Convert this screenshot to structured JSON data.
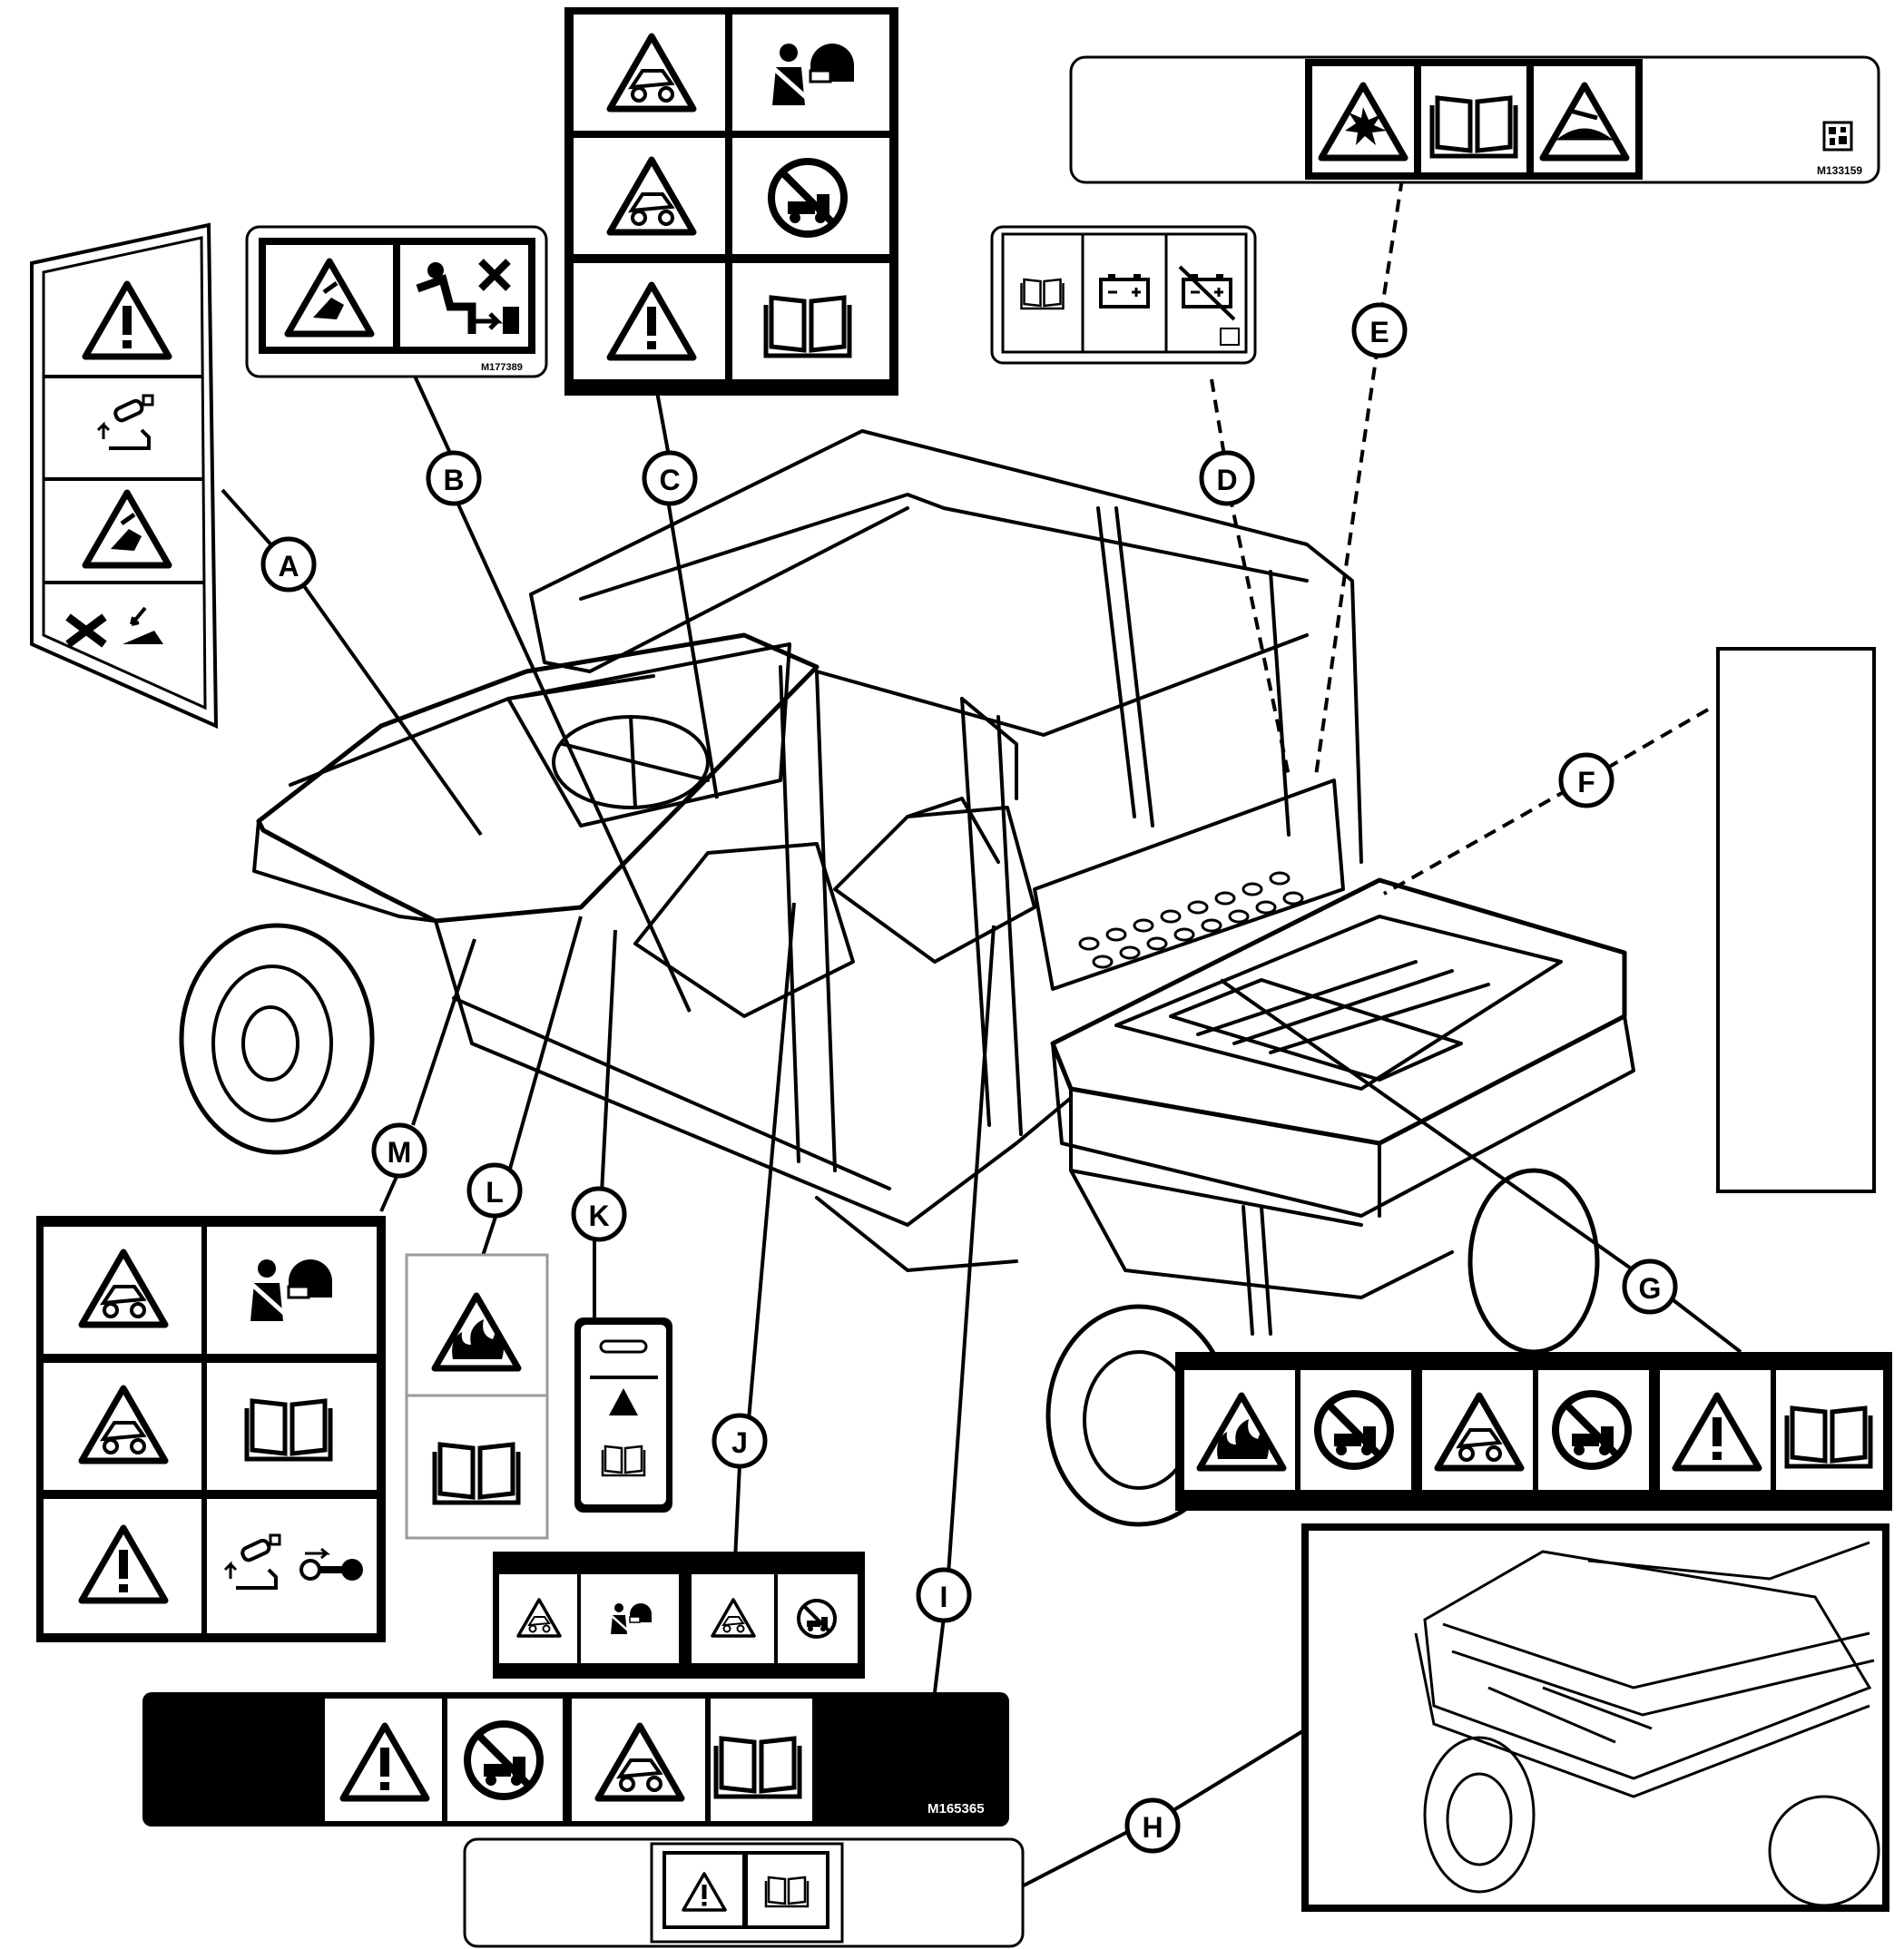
{
  "callouts": {
    "A": "A",
    "B": "B",
    "C": "C",
    "D": "D",
    "E": "E",
    "F": "F",
    "G": "G",
    "H": "H",
    "I": "I",
    "J": "J",
    "K": "K",
    "L": "L",
    "M": "M"
  },
  "part_numbers": {
    "B": "M177389",
    "E": "M133159",
    "I": "M165365"
  },
  "icons": {
    "warning": "warning-triangle-icon",
    "manual": "operator-manual-icon",
    "seatbelt_helmet": "seatbelt-helmet-icon",
    "rollover": "rollover-hazard-icon",
    "no_passenger": "no-passenger-icon",
    "explosion": "explosion-hazard-icon",
    "acid": "acid-burn-icon",
    "battery": "battery-icon",
    "fire": "fire-hazard-icon",
    "crush": "crush-hazard-icon",
    "lock_lever": "park-lock-lever-icon",
    "key": "remove-key-icon"
  },
  "colors": {
    "ink": "#000000",
    "paper": "#ffffff",
    "panel_gray": "#9a9a9a"
  }
}
